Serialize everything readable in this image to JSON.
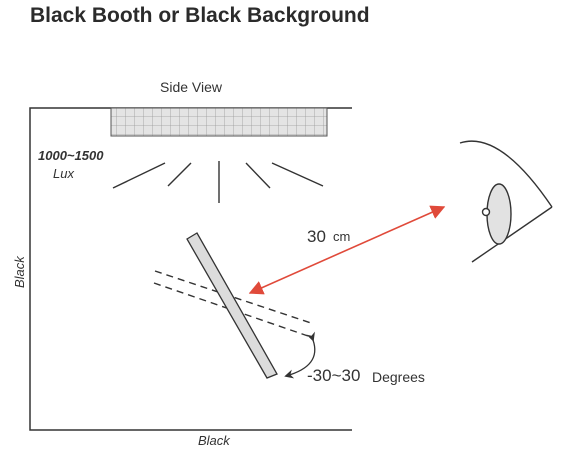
{
  "title": "Black Booth or Black Background",
  "labels": {
    "side_view": "Side View",
    "lux_range": "1000~1500",
    "lux_unit": "Lux",
    "left_wall": "Black",
    "bottom_wall": "Black",
    "distance_value": "30",
    "distance_unit": "cm",
    "angle_value": "-30~30",
    "angle_unit": "Degrees"
  },
  "colors": {
    "line": "#333333",
    "arrow": "#e04a3a",
    "lamp_fill": "#e2e2e2",
    "panel_fill": "#dcdcdc"
  }
}
